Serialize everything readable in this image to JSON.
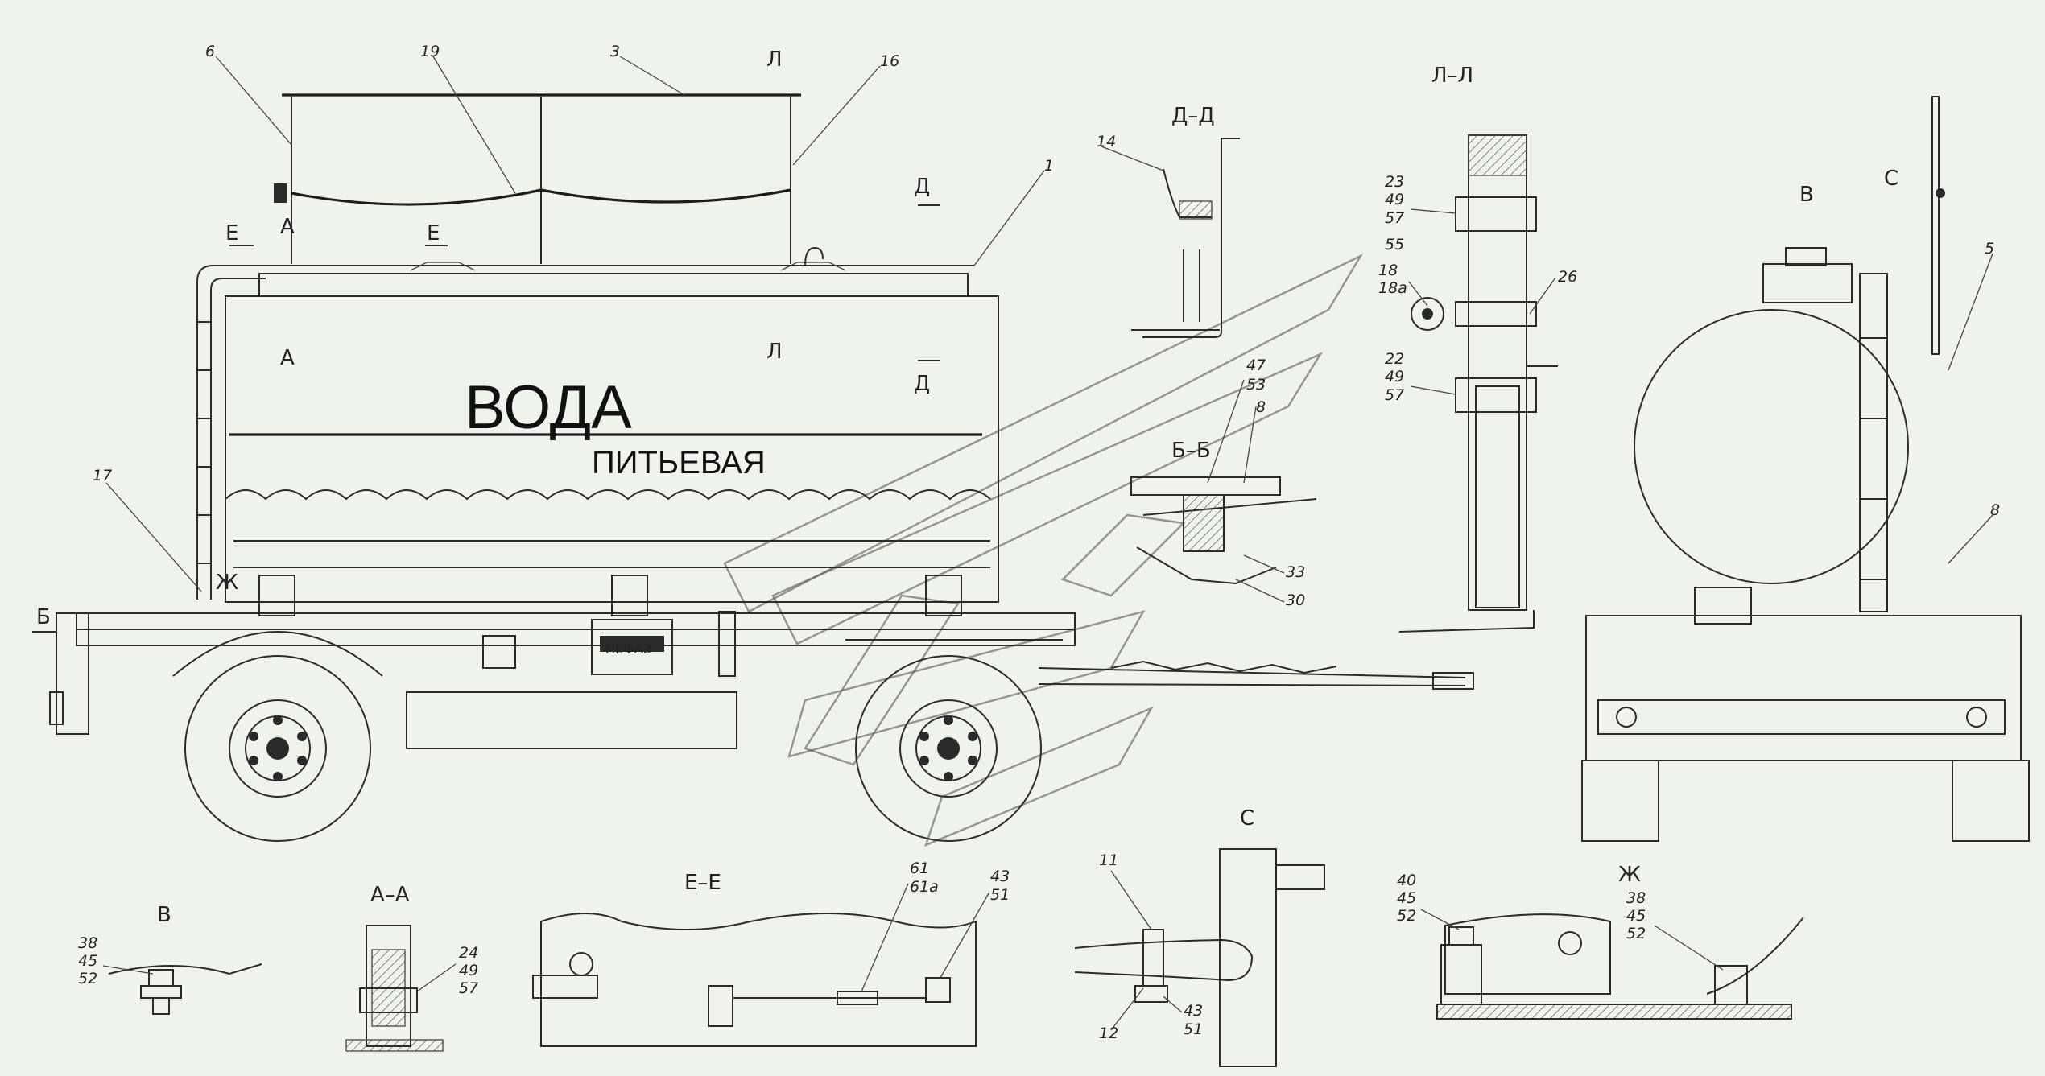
{
  "tank_text": {
    "title": "ВОДА",
    "subtitle": "ПИТЬЕВАЯ"
  },
  "callouts": [
    "6",
    "19",
    "3",
    "16",
    "1",
    "17",
    "14",
    "47",
    "53",
    "8",
    "33",
    "30",
    "23",
    "49",
    "57",
    "55",
    "18",
    "18а",
    "26",
    "22",
    "49",
    "57",
    "5",
    "8",
    "38",
    "45",
    "52",
    "24",
    "49",
    "57",
    "61",
    "61а",
    "43",
    "51",
    "11",
    "12",
    "43",
    "51",
    "40",
    "45",
    "52",
    "38",
    "45",
    "52"
  ],
  "section_marks": {
    "E_left": "Е",
    "E_right": "Е",
    "A_top": "А",
    "A_bottom": "А",
    "L_top": "Л",
    "L_bottom": "Л",
    "D_top": "Д",
    "D_bottom": "Д",
    "B_arrow": "Б",
    "Zh_arrow": "Ж",
    "V_arrow": "В",
    "S_arrow": "С"
  },
  "section_titles": {
    "dd": "Д–Д",
    "ll": "Л–Л",
    "bb": "Б–Б",
    "v": "В",
    "aa": "А–А",
    "ee": "Е–Е",
    "s": "С",
    "zh": "Ж"
  },
  "plate_text": "НЕФАЗ"
}
